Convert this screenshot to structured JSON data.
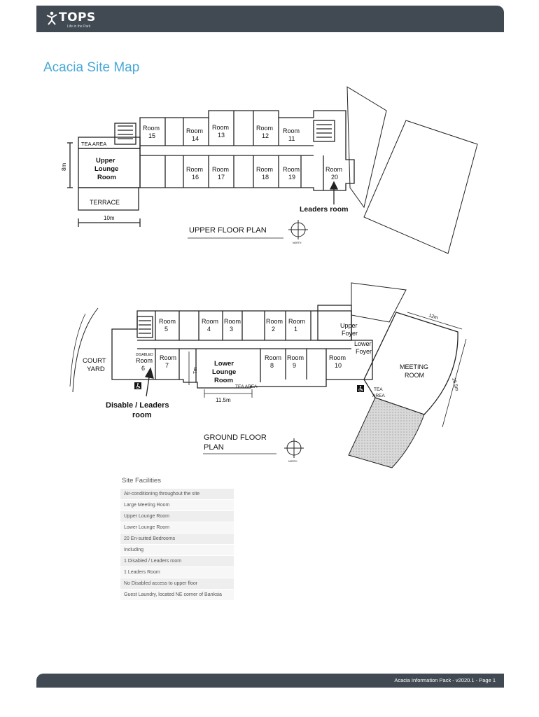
{
  "header": {
    "logo_text": "TOPS",
    "logo_tagline": "Life in the Park",
    "logo_icon": "person-figure-icon"
  },
  "page": {
    "title": "Acacia Site Map"
  },
  "upper_plan": {
    "title": "UPPER FLOOR PLAN",
    "tea_area": "TEA AREA",
    "lounge_line1": "Upper",
    "lounge_line2": "Lounge",
    "lounge_line3": "Room",
    "terrace": "TERRACE",
    "width_dim": "10m",
    "height_dim": "8m",
    "leaders_room": "Leaders room",
    "compass_label": "NORTH",
    "room_word": "Room",
    "top_rooms": [
      "15",
      "14",
      "13",
      "12",
      "11"
    ],
    "bottom_rooms": [
      "16",
      "17",
      "18",
      "19",
      "20"
    ]
  },
  "ground_plan": {
    "title_line1": "GROUND FLOOR",
    "title_line2": "PLAN",
    "court_yard_line1": "COURT",
    "court_yard_line2": "YARD",
    "room_word": "Room",
    "top_rooms": [
      "5",
      "4",
      "3",
      "2",
      "1"
    ],
    "bottom_rooms": [
      "6",
      "7",
      "8",
      "9",
      "10"
    ],
    "disabled_label": "DISABLED",
    "lounge_line1": "Lower",
    "lounge_line2": "Lounge",
    "lounge_line3": "Room",
    "lounge_dim": "7m",
    "lounge_width_dim": "11.5m",
    "tea_area": "TEA AREA",
    "upper_foyer_line1": "Upper",
    "upper_foyer_line2": "Foyer",
    "lower_foyer_line1": "Lower",
    "lower_foyer_line2": "Foyer",
    "meeting_line1": "MEETING",
    "meeting_line2": "ROOM",
    "meeting_width_dim": "12m",
    "meeting_height_dim": "16.5m",
    "tea_area_line1": "TEA",
    "tea_area_line2": "AREA",
    "disable_leaders_line1": "Disable /  Leaders",
    "disable_leaders_line2": "room",
    "compass_label": "NORTH"
  },
  "facilities": {
    "title": "Site Facilities",
    "items": [
      "Air-conditioning throughout the site",
      "Large Meeting Room",
      "Upper Lounge Room",
      "Lower Lounge Room",
      "20 En-suited Bedrooms",
      "Including",
      "1 Disabled / Leaders room",
      "1 Leaders Room",
      "No Disabled access to upper floor",
      "Guest Laundry, located NE corner of Banksia"
    ]
  },
  "footer": {
    "text": "Acacia Information Pack - v2020.1 - Page 1"
  }
}
